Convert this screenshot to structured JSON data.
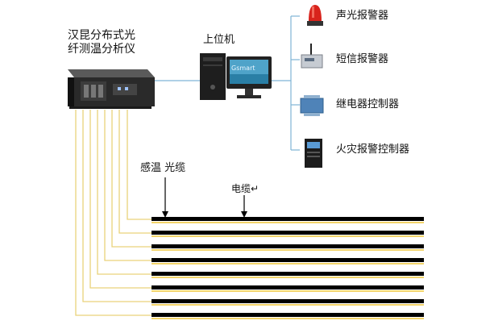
{
  "analyzer": {
    "label_line1": "汉昆分布式光",
    "label_line2": "纤测温分析仪"
  },
  "host": {
    "label": "上位机",
    "screen_text": "Gsmart"
  },
  "devices": [
    {
      "label": "声光报警器"
    },
    {
      "label": "短信报警器"
    },
    {
      "label": "继电器控制器"
    },
    {
      "label": "火灾报警控制器"
    }
  ],
  "annotations": {
    "fiber_cable": "感温 光缆",
    "power_cable": "电缆↵"
  },
  "colors": {
    "fiber": "#e9d27a",
    "link": "#7fb4d6",
    "cable_black": "#000000",
    "cable_yellow": "#f3d46a",
    "alarm_red": "#d8231c"
  }
}
